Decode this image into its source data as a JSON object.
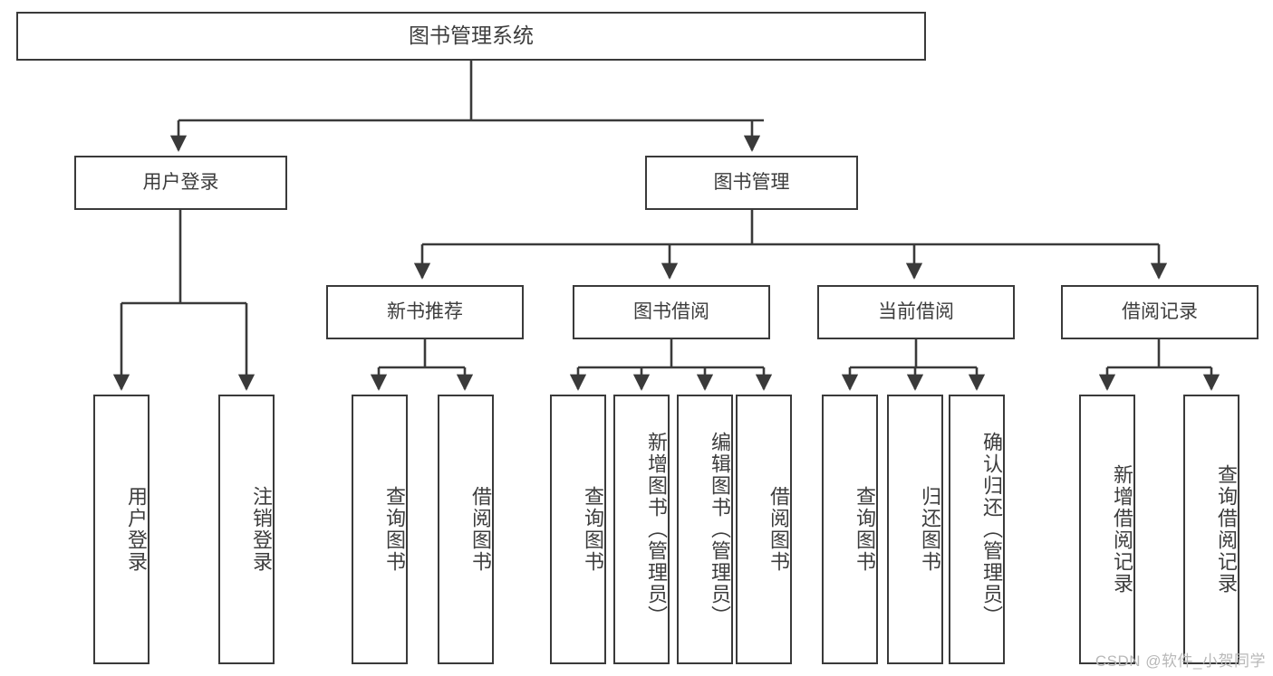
{
  "diagram": {
    "type": "tree-hierarchy",
    "title": "图书管理系统",
    "watermark": "CSDN @软件_小贺同学",
    "colors": {
      "stroke": "#3a3a3a",
      "box_fill": "#ffffff",
      "text": "#3d3d3d",
      "background": "#ffffff",
      "watermark": "#b8b8b8"
    },
    "nodes": {
      "root": {
        "label": "图书管理系统"
      },
      "level2": [
        {
          "label": "用户登录"
        },
        {
          "label": "图书管理"
        }
      ],
      "level3": [
        {
          "label": "新书推荐"
        },
        {
          "label": "图书借阅"
        },
        {
          "label": "当前借阅"
        },
        {
          "label": "借阅记录"
        }
      ],
      "leaves": {
        "user_login": [
          {
            "label": "用户登录"
          },
          {
            "label": "注销登录"
          }
        ],
        "new_book_recommend": [
          {
            "label": "查询图书"
          },
          {
            "label": "借阅图书"
          }
        ],
        "book_borrow": [
          {
            "label": "查询图书"
          },
          {
            "label": "新增图书（管理员）"
          },
          {
            "label": "编辑图书（管理员）"
          },
          {
            "label": "借阅图书"
          }
        ],
        "current_borrow": [
          {
            "label": "查询图书"
          },
          {
            "label": "归还图书"
          },
          {
            "label": "确认归还（管理员）"
          }
        ],
        "borrow_record": [
          {
            "label": "新增借阅记录"
          },
          {
            "label": "查询借阅记录"
          }
        ]
      }
    }
  }
}
